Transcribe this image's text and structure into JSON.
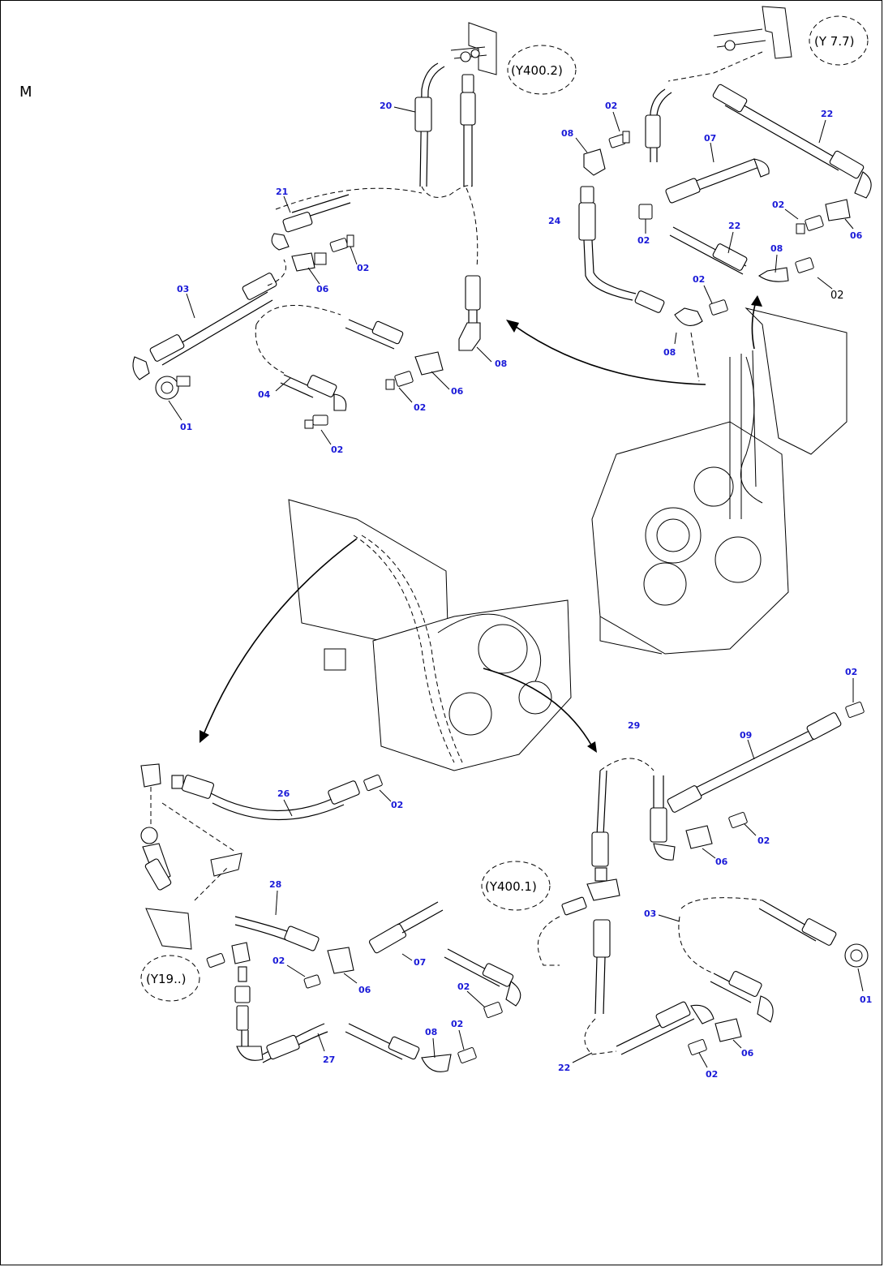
{
  "sheet": {
    "letter": "M"
  },
  "references": {
    "y400_2": "(Y400.2)",
    "y7": "(Y 7.7)",
    "y400_1": "(Y400.1)",
    "y19": "(Y19..)"
  },
  "parts": [
    {
      "id": "p20",
      "label": "20"
    },
    {
      "id": "p21",
      "label": "21"
    },
    {
      "id": "p02a",
      "label": "02"
    },
    {
      "id": "p06a",
      "label": "06"
    },
    {
      "id": "p03a",
      "label": "03"
    },
    {
      "id": "p01a",
      "label": "01"
    },
    {
      "id": "p04",
      "label": "04"
    },
    {
      "id": "p02b",
      "label": "02"
    },
    {
      "id": "p02c",
      "label": "02"
    },
    {
      "id": "p06b",
      "label": "06"
    },
    {
      "id": "p08a",
      "label": "08"
    },
    {
      "id": "p02d",
      "label": "02"
    },
    {
      "id": "p08b",
      "label": "08"
    },
    {
      "id": "p24",
      "label": "24"
    },
    {
      "id": "p07a",
      "label": "07"
    },
    {
      "id": "p22a",
      "label": "22"
    },
    {
      "id": "p02e",
      "label": "02"
    },
    {
      "id": "p06c",
      "label": "06"
    },
    {
      "id": "p02f",
      "label": "02"
    },
    {
      "id": "p22b",
      "label": "22"
    },
    {
      "id": "p08c",
      "label": "08"
    },
    {
      "id": "p02g",
      "label": "02"
    },
    {
      "id": "p08d",
      "label": "08"
    },
    {
      "id": "p02h",
      "label": "02"
    },
    {
      "id": "p29",
      "label": "29"
    },
    {
      "id": "p09",
      "label": "09"
    },
    {
      "id": "p02i",
      "label": "02"
    },
    {
      "id": "p06d",
      "label": "06"
    },
    {
      "id": "p03b",
      "label": "03"
    },
    {
      "id": "p01b",
      "label": "01"
    },
    {
      "id": "p06e",
      "label": "06"
    },
    {
      "id": "p02j",
      "label": "02"
    },
    {
      "id": "p22c",
      "label": "22"
    },
    {
      "id": "p26",
      "label": "26"
    },
    {
      "id": "p02k",
      "label": "02"
    },
    {
      "id": "p28",
      "label": "28"
    },
    {
      "id": "p02l",
      "label": "02"
    },
    {
      "id": "p06f",
      "label": "06"
    },
    {
      "id": "p07b",
      "label": "07"
    },
    {
      "id": "p02m",
      "label": "02"
    },
    {
      "id": "p02n",
      "label": "02"
    },
    {
      "id": "p08e",
      "label": "08"
    },
    {
      "id": "p27",
      "label": "27"
    }
  ],
  "callout_plain": {
    "label": "02"
  }
}
